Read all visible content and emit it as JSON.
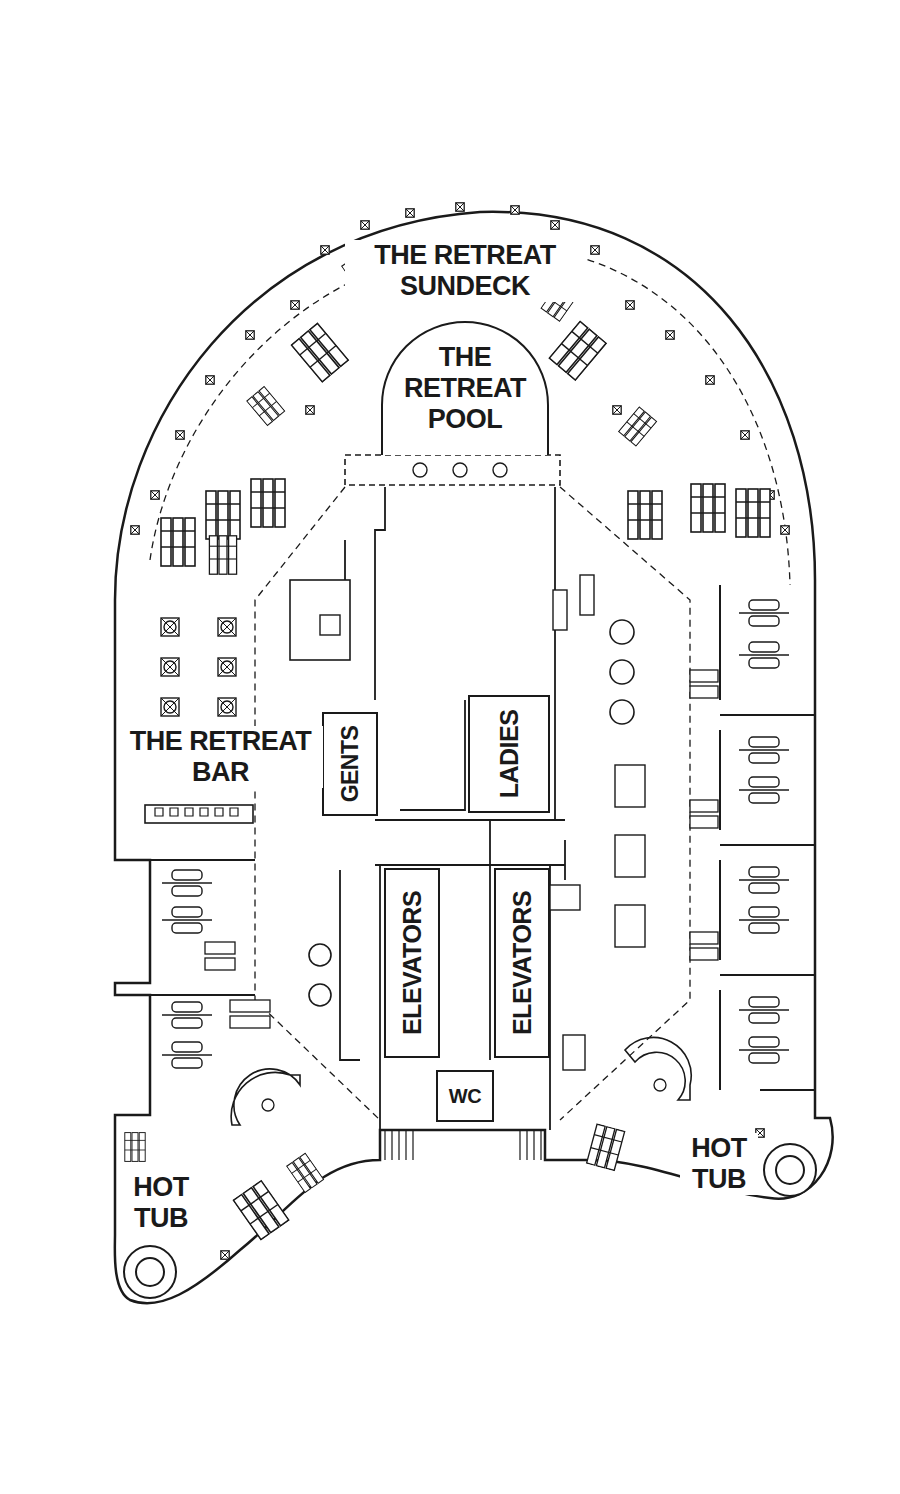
{
  "diagram": {
    "nodes": [
      {
        "text": [
          "THE RETREAT POOL"
        ]
      },
      {
        "text": [
          "GENTS"
        ]
      },
      {
        "text": [
          "LADIES"
        ]
      },
      {
        "text": [
          "ELEVATORS"
        ]
      },
      {
        "text": [
          "ELEVATORS"
        ]
      },
      {
        "text": [
          "WC"
        ]
      }
    ],
    "labels": [
      "THE RETREAT SUNDECK",
      "THE RETREAT BAR",
      "HOT TUB",
      "HOT TUB"
    ]
  }
}
